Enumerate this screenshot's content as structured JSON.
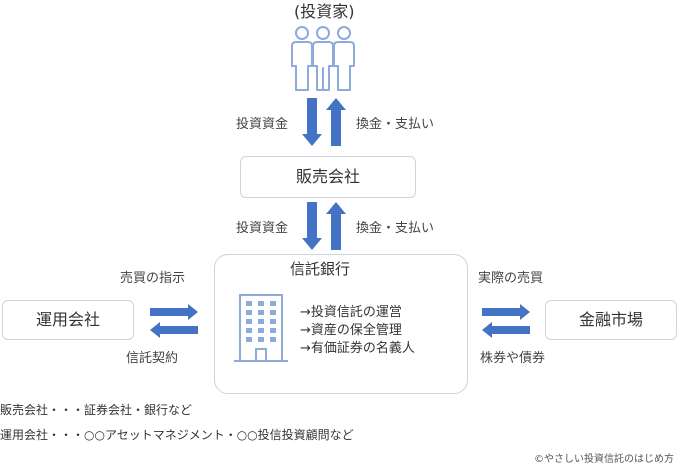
{
  "investors": {
    "label": "(投資家)"
  },
  "top_flow": {
    "left": "投資資金",
    "right": "換金・支払い"
  },
  "sales_company": {
    "label": "販売会社"
  },
  "mid_flow": {
    "left": "投資資金",
    "right": "換金・支払い"
  },
  "trust_bank": {
    "title": "信託銀行",
    "roles": [
      "→投資信託の運営",
      "→資産の保全管理",
      "→有価証券の名義人"
    ]
  },
  "management_company": {
    "label": "運用会社"
  },
  "left_flow": {
    "top": "売買の指示",
    "bottom": "信託契約"
  },
  "financial_market": {
    "label": "金融市場"
  },
  "right_flow": {
    "top": "実際の売買",
    "bottom": "株券や債券"
  },
  "notes": [
    "販売会社・・・証券会社・銀行など",
    "運用会社・・・○○アセットマネジメント・○○投信投資顧問など"
  ],
  "credit": "©やさしい投資信託のはじめ方",
  "colors": {
    "accent": "#4472c4",
    "icon": "#8eaadb",
    "box_border": "#c9d3e3"
  }
}
